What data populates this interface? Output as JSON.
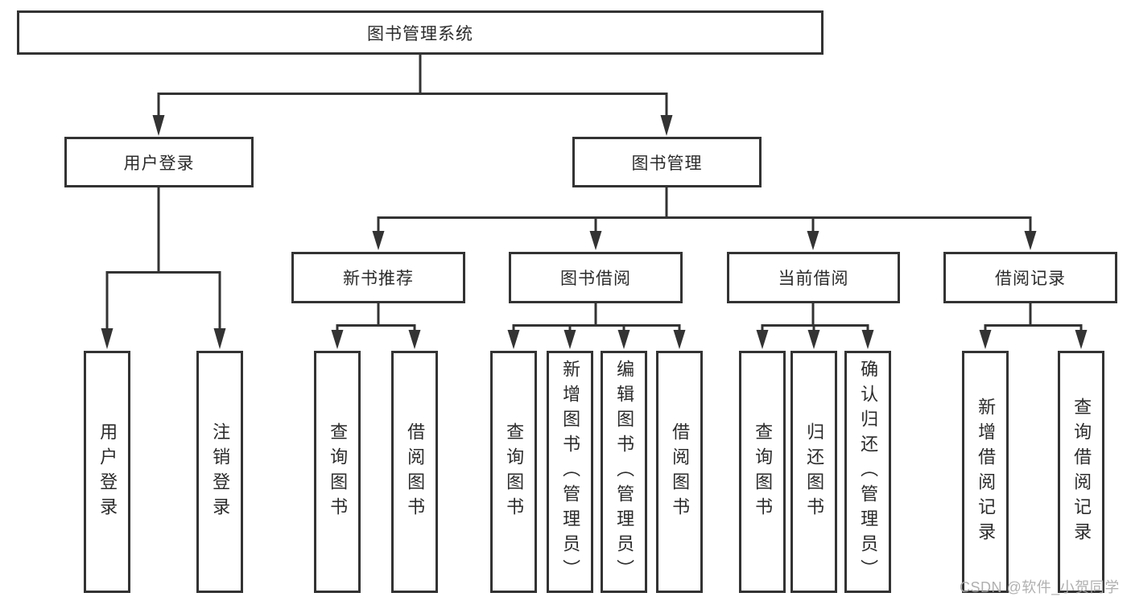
{
  "diagram": {
    "root": {
      "label": "图书管理系统"
    },
    "user_login": {
      "label": "用户登录",
      "children": {
        "login": "用户登录",
        "logout": "注销登录"
      }
    },
    "book_management": {
      "label": "图书管理",
      "sections": {
        "new_book_recommend": {
          "label": "新书推荐",
          "children": {
            "query_books": "查询图书",
            "borrow_books": "借阅图书"
          }
        },
        "book_borrow": {
          "label": "图书借阅",
          "children": {
            "query_books": "查询图书",
            "add_books_admin": "新增图书（管理员）",
            "edit_books_admin": "编辑图书（管理员）",
            "borrow_books": "借阅图书"
          }
        },
        "current_borrow": {
          "label": "当前借阅",
          "children": {
            "query_books": "查询图书",
            "return_books": "归还图书",
            "confirm_return_admin": "确认归还（管理员）"
          }
        },
        "borrow_record": {
          "label": "借阅记录",
          "children": {
            "add_borrow_record": "新增借阅记录",
            "query_borrow_record": "查询借阅记录"
          }
        }
      }
    }
  },
  "watermark": "CSDN @软件_小贺同学",
  "colors": {
    "line": "#333333",
    "box-border": "#333333",
    "text": "#2b2b2b",
    "watermark": "#a8a8a8",
    "background": "#ffffff"
  }
}
